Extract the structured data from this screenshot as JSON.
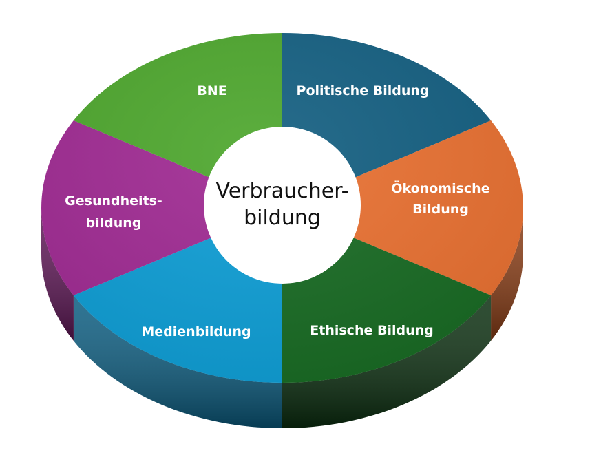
{
  "center": {
    "line1": "Verbraucher-",
    "line2": "bildung"
  },
  "segments": [
    {
      "id": "politische-bildung",
      "lines": [
        "Politische Bildung"
      ],
      "color": "#156082",
      "side": "#0c3a50"
    },
    {
      "id": "oekonomische-bildung",
      "lines": [
        "Ökonomische",
        "Bildung"
      ],
      "color": "#E97132",
      "side": "#8a3c14"
    },
    {
      "id": "ethische-bildung",
      "lines": [
        "Ethische Bildung"
      ],
      "color": "#196B24",
      "side": "#0a2e0f"
    },
    {
      "id": "medienbildung",
      "lines": [
        "Medienbildung"
      ],
      "color": "#0F9ED5",
      "side": "#0a5c80"
    },
    {
      "id": "gesundheitsbildung",
      "lines": [
        "Gesundheits-",
        "bildung"
      ],
      "color": "#A02B93",
      "side": "#5e1656"
    },
    {
      "id": "bne",
      "lines": [
        "BNE"
      ],
      "color": "#4EA72E",
      "side": "#2c6019"
    }
  ]
}
